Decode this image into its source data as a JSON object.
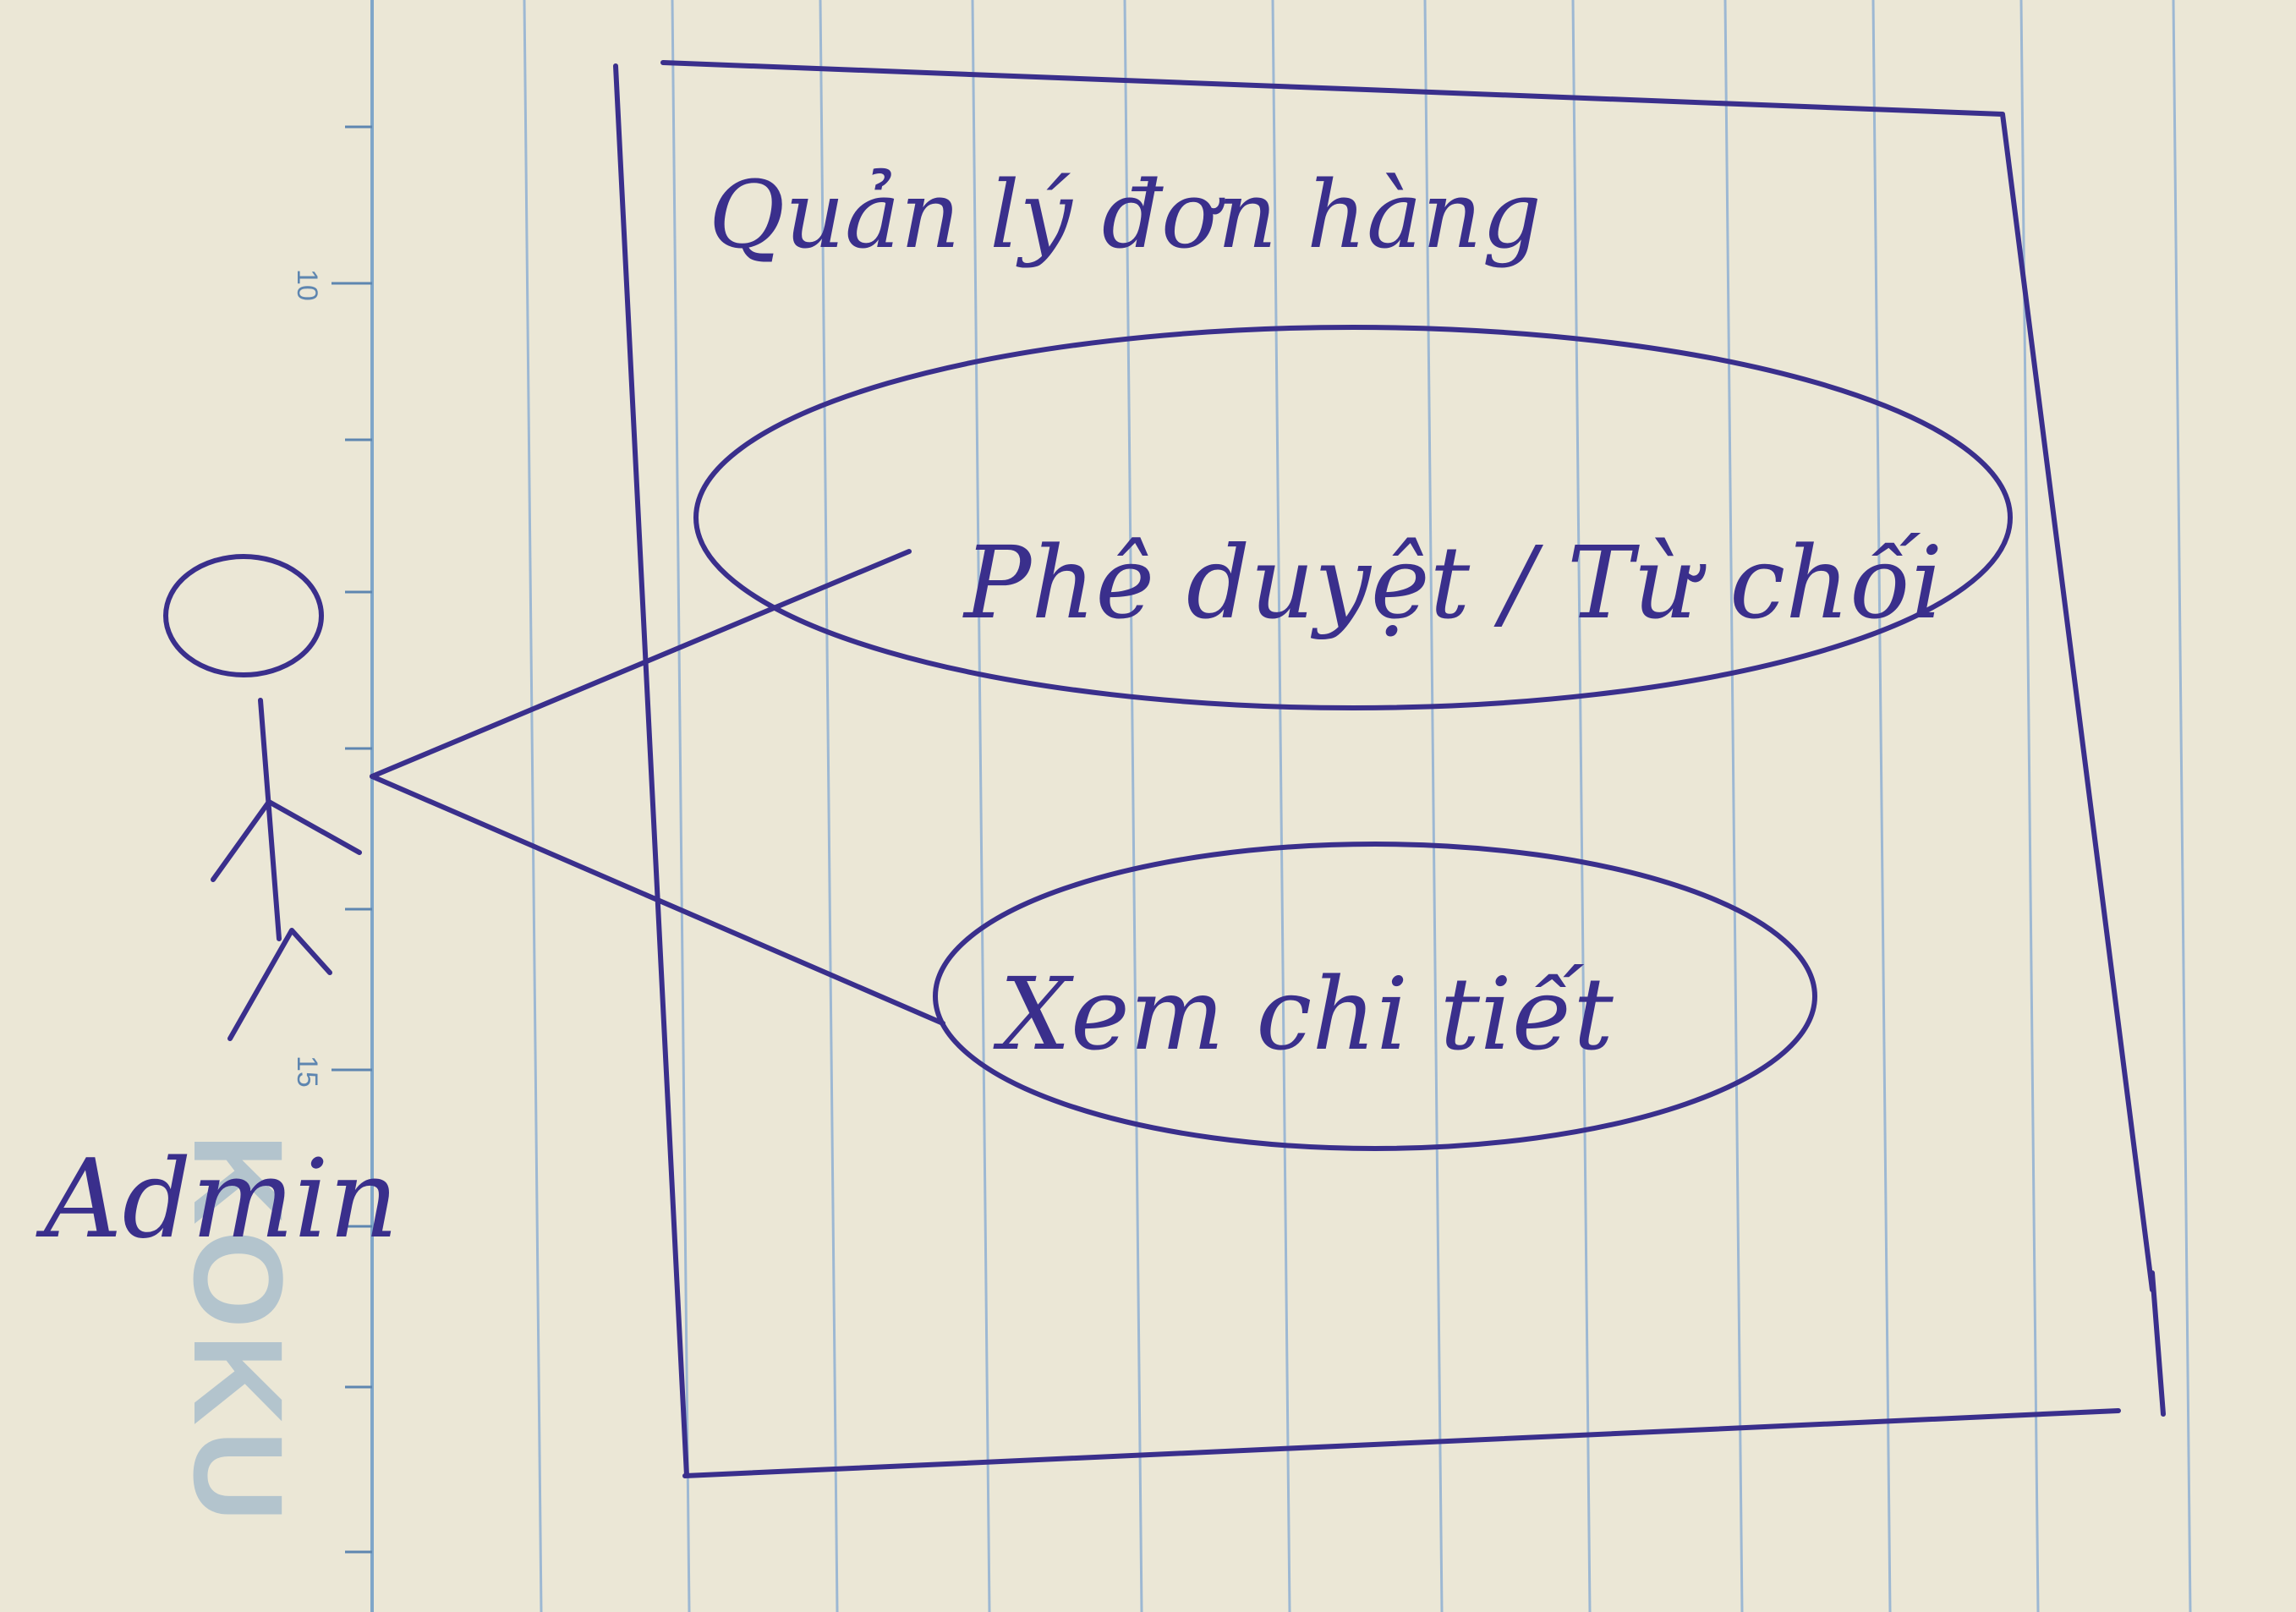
{
  "diagram": {
    "system_boundary": {
      "title": "Quản lý đơn hàng"
    },
    "actor": {
      "label": "Admin"
    },
    "use_cases": [
      {
        "label": "Phê duyệt / Từ chối"
      },
      {
        "label": "Xem chi tiết"
      }
    ]
  },
  "notebook": {
    "ruler_marks": [
      "10",
      "15"
    ],
    "brand_print": "KOKU"
  },
  "colors": {
    "ink": "#3a2f8c",
    "paper": "#ebe7d6",
    "rule_lines": "#9db8d3"
  }
}
